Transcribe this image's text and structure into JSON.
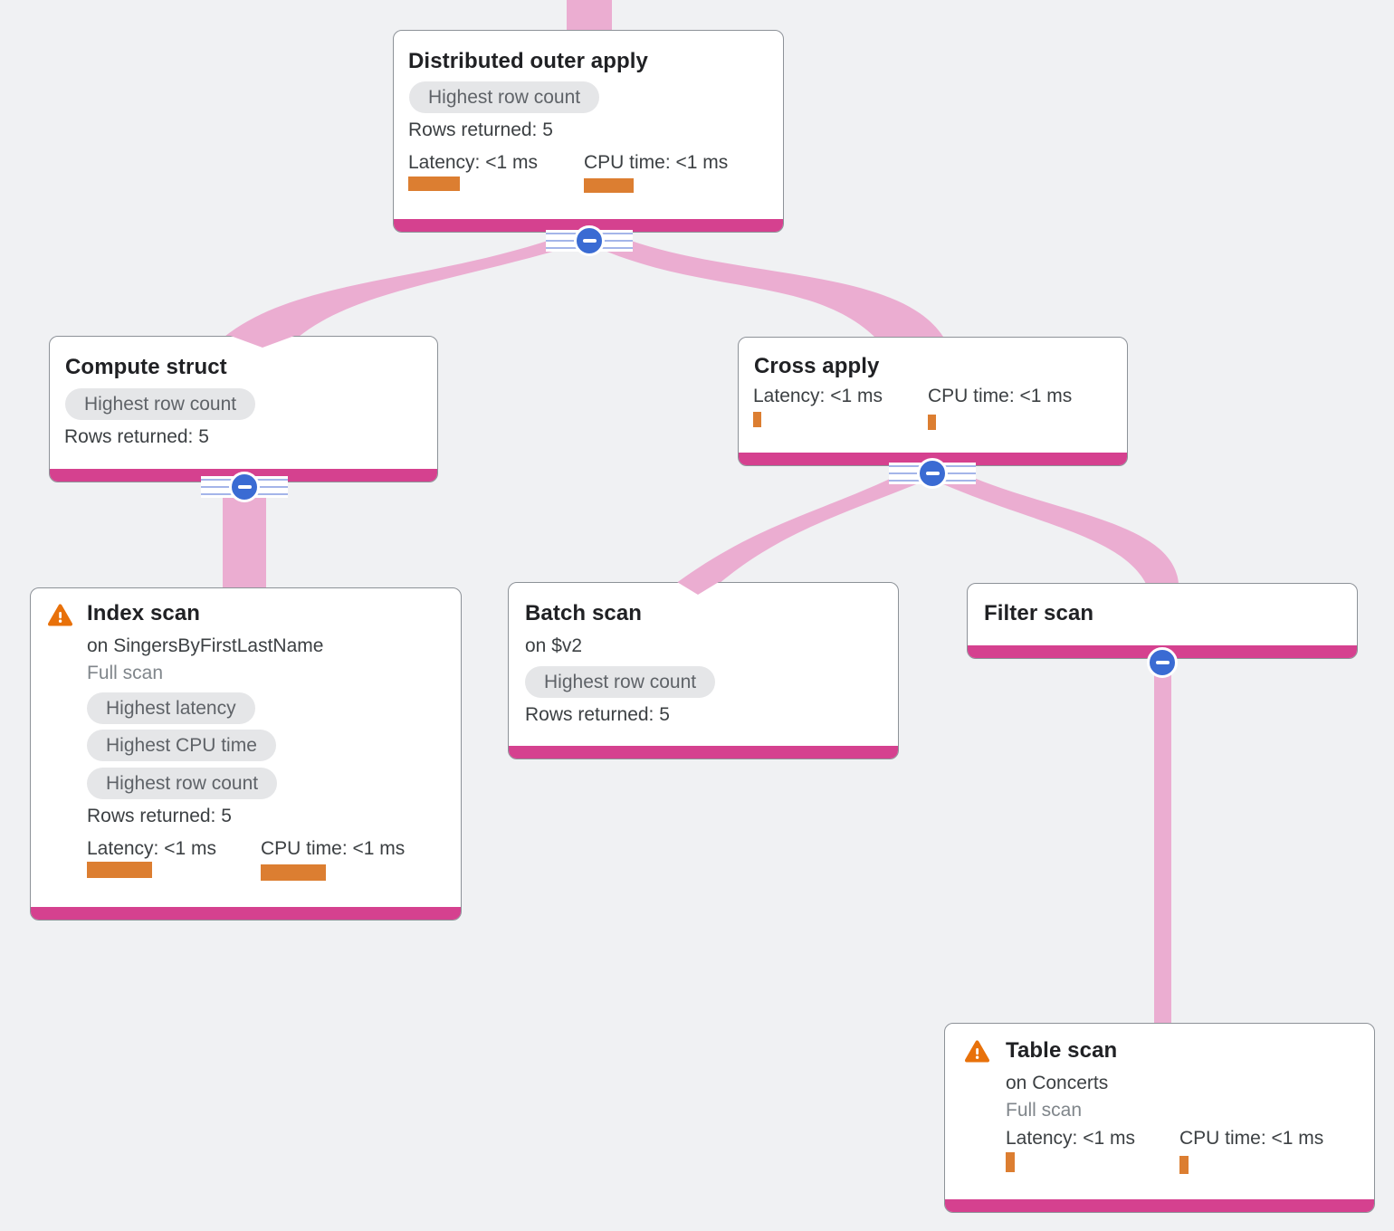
{
  "diagram": {
    "type": "query-execution-plan-tree",
    "colors": {
      "background": "#f0f1f3",
      "edge_pink": "#ebadd1",
      "node_bottom_strip": "#d5418f",
      "metric_bar_orange": "#dc7e31",
      "warning_orange": "#e8710a",
      "collapse_button_blue": "#3a6bd3",
      "badge_background": "#e5e6e8",
      "badge_text": "#5f6368"
    },
    "nodes": [
      {
        "title": "Distributed outer apply",
        "badges": [
          "Highest row count"
        ],
        "rows_returned": "Rows returned: 5",
        "latency": "Latency: <1 ms",
        "cpu": "CPU time: <1 ms"
      },
      {
        "title": "Compute struct",
        "badges": [
          "Highest row count"
        ],
        "rows_returned": "Rows returned: 5"
      },
      {
        "title": "Cross apply",
        "latency": "Latency: <1 ms",
        "cpu": "CPU time: <1 ms"
      },
      {
        "title": "Index scan",
        "warning": true,
        "subtitle": "on SingersByFirstLastName",
        "scan_type": "Full scan",
        "badges": [
          "Highest latency",
          "Highest CPU time",
          "Highest row count"
        ],
        "rows_returned": "Rows returned: 5",
        "latency": "Latency: <1 ms",
        "cpu": "CPU time: <1 ms"
      },
      {
        "title": "Batch scan",
        "subtitle": "on $v2",
        "badges": [
          "Highest row count"
        ],
        "rows_returned": "Rows returned: 5"
      },
      {
        "title": "Filter scan"
      },
      {
        "title": "Table scan",
        "warning": true,
        "subtitle": "on Concerts",
        "scan_type": "Full scan",
        "latency": "Latency: <1 ms",
        "cpu": "CPU time: <1 ms"
      }
    ],
    "edges": [
      {
        "from": "Distributed outer apply",
        "to": "Compute struct"
      },
      {
        "from": "Distributed outer apply",
        "to": "Cross apply"
      },
      {
        "from": "Compute struct",
        "to": "Index scan"
      },
      {
        "from": "Cross apply",
        "to": "Batch scan"
      },
      {
        "from": "Cross apply",
        "to": "Filter scan"
      },
      {
        "from": "Filter scan",
        "to": "Table scan"
      }
    ]
  }
}
